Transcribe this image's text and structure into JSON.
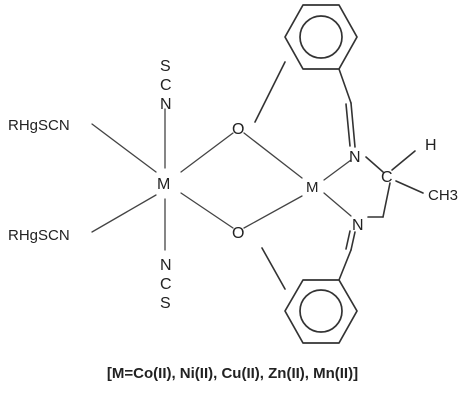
{
  "labels": {
    "ligand_top": "RHgSCN",
    "ligand_bottom": "RHgSCN",
    "metal_left": "M",
    "metal_right": "M",
    "oxygen_top": "O",
    "oxygen_bottom": "O",
    "nitrogen_top": "N",
    "nitrogen_bottom": "N",
    "thiocyanate_top": [
      "S",
      "C",
      "N"
    ],
    "thiocyanate_bottom": [
      "N",
      "C",
      "S"
    ],
    "carbon": "C",
    "hydrogen": "H",
    "methyl": "CH3"
  },
  "caption": "[M=Co(II), Ni(II), Cu(II), Zn(II), Mn(II)]",
  "colors": {
    "line": "#333333",
    "text": "#222222",
    "background": "#ffffff"
  }
}
